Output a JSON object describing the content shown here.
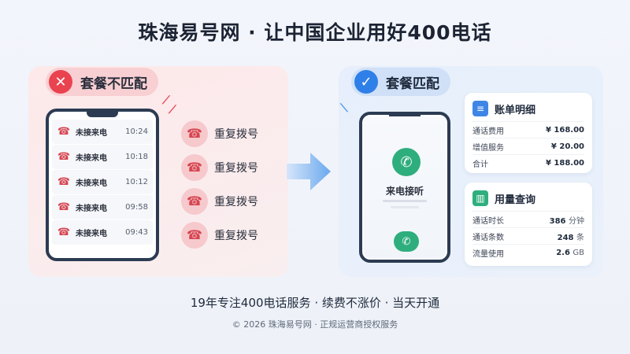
{
  "title": "珠海易号网 · 让中国企业用好400电话",
  "left": {
    "badge": "套餐不匹配",
    "calls": [
      {
        "label": "未接来电",
        "time": "10:24"
      },
      {
        "label": "未接来电",
        "time": "10:18"
      },
      {
        "label": "未接来电",
        "time": "10:12"
      },
      {
        "label": "未接来电",
        "time": "09:58"
      },
      {
        "label": "未接来电",
        "time": "09:43"
      }
    ],
    "redials": [
      "重复拨号",
      "重复拨号",
      "重复拨号",
      "重复拨号"
    ]
  },
  "right": {
    "badge": "套餐匹配",
    "answer_label": "来电接听",
    "bill": {
      "title": "账单明细",
      "rows": [
        {
          "k": "通话费用",
          "v": "¥ 168.00"
        },
        {
          "k": "增值服务",
          "v": "¥ 20.00"
        },
        {
          "k": "合计",
          "v": "¥ 188.00"
        }
      ]
    },
    "usage": {
      "title": "用量查询",
      "rows": [
        {
          "k": "通话时长",
          "v": "386",
          "u": "分钟"
        },
        {
          "k": "通话条数",
          "v": "248",
          "u": "条"
        },
        {
          "k": "流量使用",
          "v": "2.6",
          "u": "GB"
        }
      ]
    }
  },
  "tagline": "19年专注400电话服务 · 续费不涨价 · 当天开通",
  "footer": "© 2026 珠海易号网 · 正规运营商授权服务",
  "colors": {
    "red": "#e9434f",
    "blue": "#2f7fe8",
    "green": "#2fae7d"
  }
}
